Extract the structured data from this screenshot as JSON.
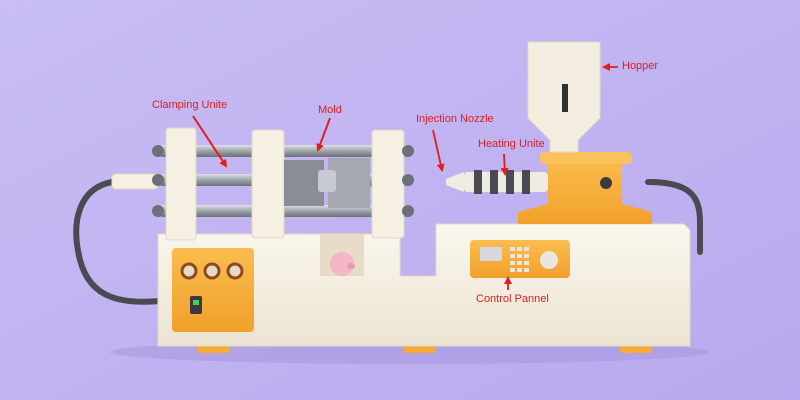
{
  "diagram": {
    "labels": {
      "hopper": "Hopper",
      "clamping_unit": "Clamping Unite",
      "mold": "Mold",
      "injection_nozzle": "Injection Nozzle",
      "heating_unit": "Heating Unite",
      "control_panel": "Control Pannel"
    }
  },
  "colors": {
    "background": "#c5b7f2",
    "machine_body": "#f6f0e2",
    "accent_orange": "#f7ac37",
    "label_text": "#e01e1e",
    "arrow": "#e01e1e",
    "steel_rod": "#b9bcc3",
    "cable": "#4a4a52",
    "piggy": "#f5b6c6"
  }
}
